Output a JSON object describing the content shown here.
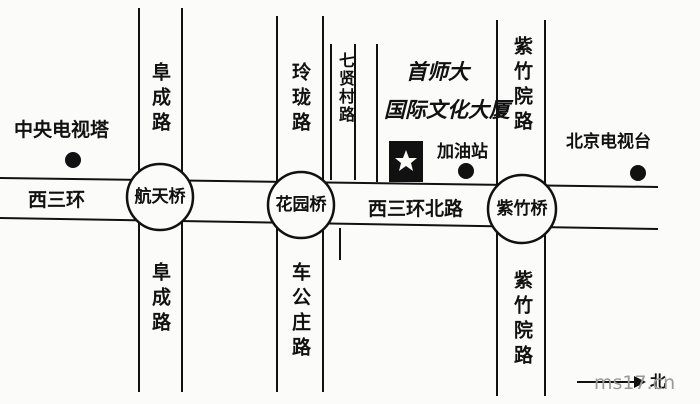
{
  "roads": {
    "west_third_ring": "西三环",
    "west_third_ring_north": "西三环北路",
    "fucheng_north": "阜成路",
    "fucheng_south": "阜成路",
    "linglong": "玲珑路",
    "chegongzhuang": "车公庄路",
    "qixiancun": "七贤村路",
    "zizhuyuan_north": "紫竹院路",
    "zizhuyuan_south": "紫竹院路"
  },
  "bridges": {
    "hangtian": "航天桥",
    "huayuan": "花园桥",
    "zizhu": "紫竹桥"
  },
  "landmarks": {
    "cctv": "中央电视塔",
    "bjtv": "北京电视台",
    "gas_station": "加油站",
    "destination_line1": "首师大",
    "destination_line2": "国际文化大厦",
    "destination_icon": "star-icon"
  },
  "compass": {
    "label": "北"
  },
  "watermark": "ms17.cn",
  "colors": {
    "ink": "#111111",
    "paper": "#fbfbf9",
    "watermark": "#9a9a9a"
  }
}
